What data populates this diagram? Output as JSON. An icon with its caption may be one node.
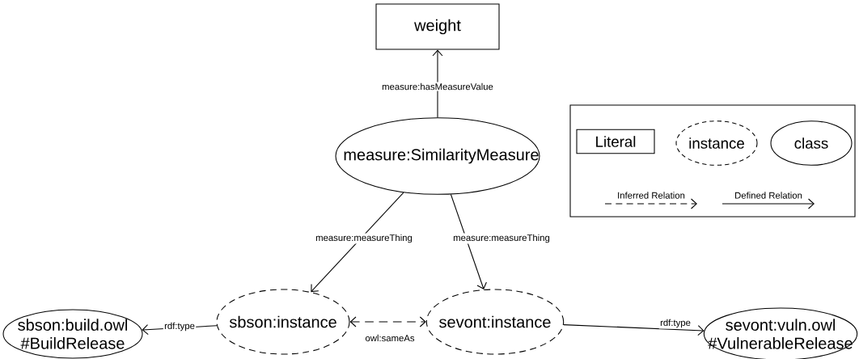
{
  "diagram": {
    "nodes": [
      {
        "text": [
          "weight"
        ]
      },
      {
        "text": [
          "measure:SimilarityMeasure"
        ]
      },
      {
        "text": [
          "sbson:build.owl #BuildRelease"
        ]
      },
      {
        "text": [
          "sbson:instance"
        ]
      },
      {
        "text": [
          "sevont:instance"
        ]
      },
      {
        "text": [
          "sevont:vuln.owl #VulnerableRelease"
        ]
      }
    ],
    "edges": [
      {
        "from": 1,
        "to": 0,
        "arrow": "to",
        "label": "measure:hasMeasureValue"
      },
      {
        "from": 1,
        "to": 3,
        "arrow": "to",
        "label": "measure:measureThing"
      },
      {
        "from": 1,
        "to": 4,
        "arrow": "to",
        "label": "measure:measureThing"
      },
      {
        "from": 3,
        "to": 2,
        "arrow": "to",
        "label": "rdf:type"
      },
      {
        "from": 3,
        "to": 4,
        "arrow": "both",
        "label": "owl:sameAs",
        "style": "dashed"
      },
      {
        "from": 4,
        "to": 5,
        "arrow": "to",
        "label": "rdf:type"
      }
    ],
    "legend": [
      {
        "text": "Literal"
      },
      {
        "text": "instance"
      },
      {
        "text": "class"
      },
      {
        "text": "Inferred Relation"
      },
      {
        "text": "Defined Relation"
      }
    ]
  }
}
